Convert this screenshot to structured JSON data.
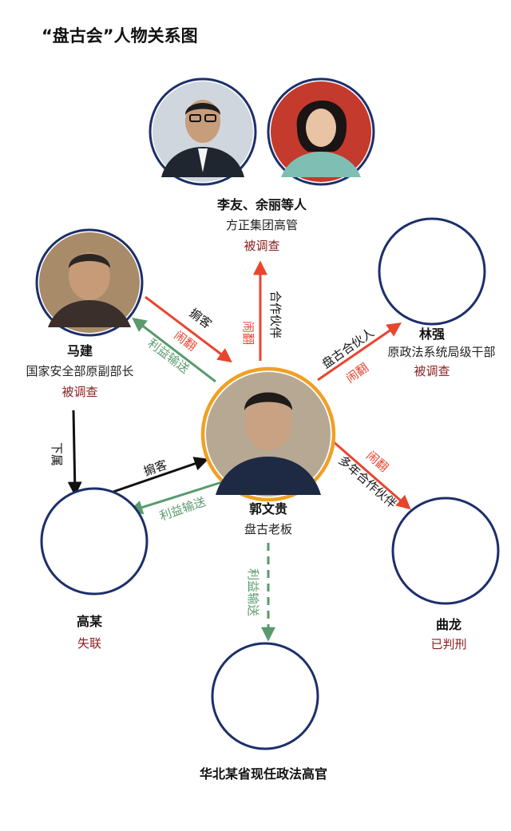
{
  "title": "“盘古会”人物关系图",
  "colors": {
    "red": "#e8452f",
    "green": "#5a9a6e",
    "black": "#111111",
    "ring": "#1c2f6b",
    "center_ring": "#f0a024",
    "status": "#8b1d1d"
  },
  "people": {
    "li_yu": {
      "name": "李友、余丽等人",
      "role": "方正集团高管",
      "status": "被调查"
    },
    "ma_jian": {
      "name": "马建",
      "role": "国家安全部原副部长",
      "status": "被调查"
    },
    "lin_qiang": {
      "name": "林强",
      "role": "原政法系统局级干部",
      "status": "被调查"
    },
    "guo_wengui": {
      "name": "郭文贵",
      "role": "盘古老板"
    },
    "gao": {
      "name": "高某",
      "status": "失联"
    },
    "qu_long": {
      "name": "曲龙",
      "status": "已判刑"
    },
    "official": {
      "name": "华北某省现任政法高官"
    }
  },
  "edges": {
    "guo_to_liyu_a": "合作伙伴",
    "guo_to_liyu_b": "闹翻",
    "ma_to_guo_a": "掮客",
    "ma_to_guo_b": "闹翻",
    "guo_to_ma": "利益输送",
    "guo_to_lin_a": "盘古合伙人",
    "guo_to_lin_b": "闹翻",
    "guo_to_qu_a": "多年合作伙伴",
    "guo_to_qu_b": "闹翻",
    "ma_to_gao": "下属",
    "gao_to_guo": "掮客",
    "guo_to_gao": "利益输送",
    "guo_to_official": "利益输送"
  }
}
